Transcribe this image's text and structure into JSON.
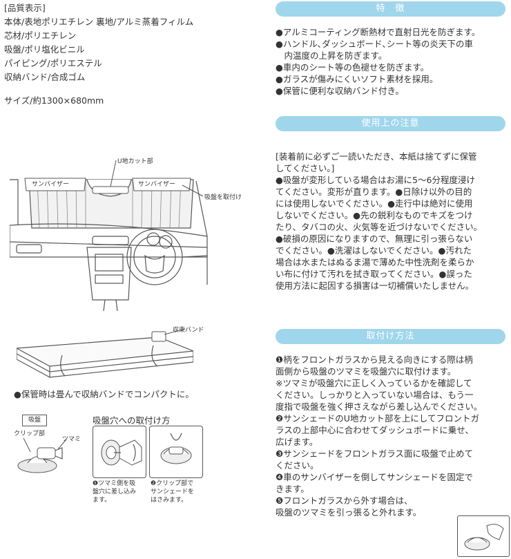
{
  "spec": {
    "lines": [
      "[品質表示]",
      "本体/表地ポリエチレン 裏地/アルミ蒸着フィルム",
      "芯材/ポリエチレン",
      "吸盤/ポリ塩化ビニル",
      "パイピング/ポリエステル",
      "収納バンド/合成ゴム"
    ],
    "size": "サイズ/約1300×680mm"
  },
  "diagram_car": {
    "u_cut_label": "U地カット部",
    "visor_left": "サンバイザー",
    "visor_right": "サンバイザー",
    "suction_label": "吸盤を取付け"
  },
  "diagram_folded": {
    "band_label": "収束バンド",
    "caption": "●保管時は畳んで収納バンドでコンパクトに。"
  },
  "suction_parts": {
    "box_label": "吸盤",
    "clip_label": "クリップ部",
    "knob_label": "ツマミ"
  },
  "suction_install": {
    "title": "吸盤穴への取付け方",
    "step1": "❶ツマミ側を吸\n盤穴に差し込み\nます。",
    "step2": "❷クリップ部で\nサンシェードを\nはさみます。"
  },
  "features": {
    "header": "特　徴",
    "text": "●アルミコーティング断熱材で直射日光を防ぎます。\n●ハンドル､ダッシュボード､シート等の炎天下の車\n　内温度の上昇を防ぎます。\n●車内のシート等の色褪せを防ぎます。\n●ガラスが傷みにくいソフト素材を採用。\n●保管に便利な収納バンド付き。"
  },
  "precautions": {
    "header": "使用上の注意",
    "text": "[装着前に必ずご一読いただき、本紙は捨てずに保管\nしてください。]\n●吸盤が変形している場合はお湯に5～6分程度浸け\nてください。変形が直ります。●日除け以外の目的\nには使用しないでください。●走行中は絶対に使用\nしないでください。●先の鋭利なものでキズをつけ\nたり、タバコの火、火気等を近づけないでください。\n●破損の原因になりますので、無理に引っ張らない\nでください。●洗濯はしないでください。●汚れた\n場合は水またはぬるま湯で薄めた中性洗剤を柔らか\nい布に付けて汚れを拭き取ってください。●誤った\n使用方法に起因する損害は一切補償いたしません。"
  },
  "installation": {
    "header": "取付け方法",
    "text": "❶柄をフロントガラスから見える向きにする際は柄\n面側から吸盤のツマミを吸盤穴に取付けます。\n※ツマミが吸盤穴に正しく入っているかを確認して\nください。しっかりと入っていない場合は、もう一\n度指で吸盤を強く押さえながら差し込んでください。\n❷サンシェードのU地カット部を上にしてフロントガ\nラスの上部中心に合わせてダッシュボードに乗せ､\n広げます。\n❸サンシェードをフロントガラス面に吸盤で止めて\nください。\n❹車のサンバイザーを倒してサンシェードを固定で\nきます。\n❺フロントガラスから外す場合は、\n吸盤のツマミを引っ張ると外れます。"
  },
  "colors": {
    "pill": "#9fd6ec",
    "text": "#333333"
  }
}
